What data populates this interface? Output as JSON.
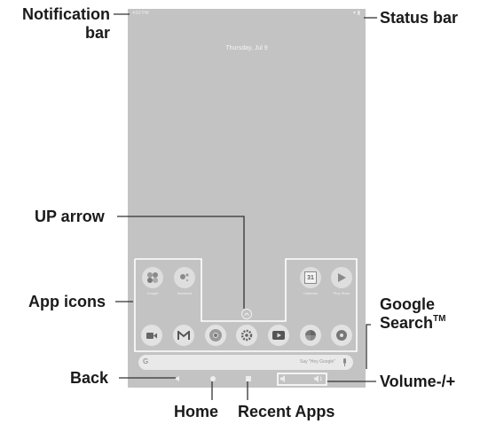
{
  "device": {
    "status_time": "4:52 PM",
    "date": "Thursday, Jul 9",
    "home_apps": [
      {
        "label": "Google",
        "icon": "google-folder-icon"
      },
      {
        "label": "Assistant",
        "icon": "assistant-icon"
      },
      {
        "label": "Calendar",
        "icon": "calendar-icon",
        "glyph": "31"
      },
      {
        "label": "Play Store",
        "icon": "play-store-icon"
      }
    ],
    "dock": [
      "video-call-icon",
      "gmail-icon",
      "chrome-icon",
      "settings-icon",
      "youtube-icon",
      "photos-icon",
      "music-icon"
    ],
    "search_hint": "Say \"Hey Google\""
  },
  "callouts": {
    "notification_bar": "Notification bar",
    "status_bar": "Status bar",
    "up_arrow": "UP arrow",
    "app_icons": "App icons",
    "google_search": "Google Search",
    "google_search_tm": "TM",
    "back": "Back",
    "volume": "Volume-/+",
    "home": "Home",
    "recent_apps": "Recent Apps"
  },
  "colors": {
    "screen": "#c3c3c3",
    "callout_text": "#1a1a1a",
    "leader_line": "#333333",
    "group_box": "#ffffff"
  }
}
